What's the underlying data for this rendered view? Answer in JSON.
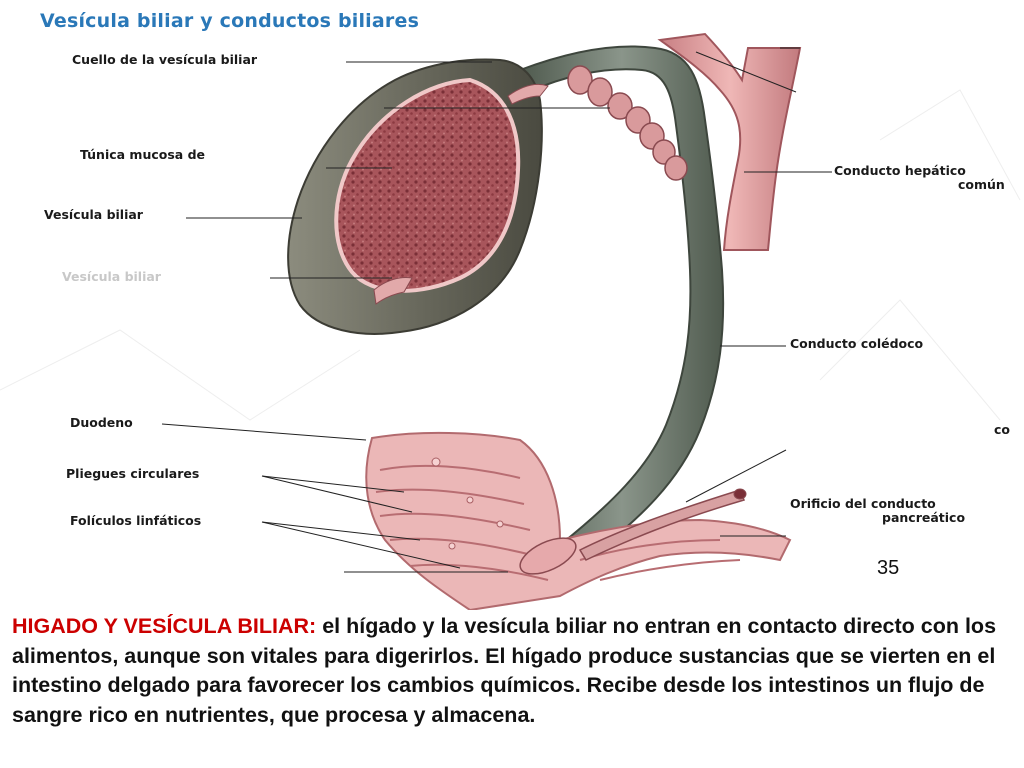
{
  "title": "Vesícula biliar y conductos biliares",
  "labels": {
    "cuello": "Cuello de la vesícula biliar",
    "tunica": "Túnica mucosa de",
    "vesicula": "Vesícula biliar",
    "vesicula_faded": "Vesícula biliar",
    "hepatico_1": "Conducto hepático",
    "hepatico_2": "común",
    "coledoco": "Conducto colédoco",
    "co": "co",
    "duodeno": "Duodeno",
    "pliegues": "Pliegues circulares",
    "foliculos": "Folículos linfáticos",
    "orificio_1": "Orificio del conducto",
    "orificio_2": "pancreático"
  },
  "page_number": "35",
  "caption": {
    "lead": "HIGADO Y VESÍCULA BILIAR:",
    "body": " el hígado y la vesícula biliar no entran en contacto directo con los alimentos, aunque son vitales para digerirlos. El hígado produce sustancias que se vierten en el intestino delgado para favorecer los cambios químicos. Recibe desde los intestinos un flujo de sangre rico en nutrientes, que procesa y almacena."
  },
  "colors": {
    "title": "#2a78b8",
    "caption_lead": "#cc0000",
    "gallbladder_wall": "#6e6e5e",
    "mucosa": "#b0585e",
    "duct_pink": "#e4a3a3",
    "duodenum": "#e9b2b2"
  }
}
